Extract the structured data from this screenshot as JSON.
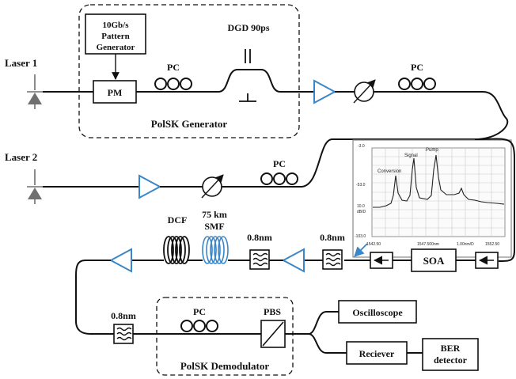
{
  "labels": {
    "laser1": "Laser 1",
    "laser2": "Laser 2",
    "pattern_gen_line1": "10Gb/s",
    "pattern_gen_line2": "Pattern",
    "pattern_gen_line3": "Generator",
    "pm": "PM",
    "pc1": "PC",
    "dgd": "DGD 90ps",
    "pc2": "PC",
    "polsk_generator": "PolSK Generator",
    "pc3": "PC",
    "dcf": "DCF",
    "smf_line1": "75 km",
    "smf_line2": "SMF",
    "filter1": "0.8nm",
    "filter2": "0.8nm",
    "filter3": "0.8nm",
    "soa": "SOA",
    "pc4": "PC",
    "pbs": "PBS",
    "polsk_demodulator": "PolSK Demodulator",
    "oscilloscope": "Oscilloscope",
    "receiver": "Reciever",
    "ber_line1": "BER",
    "ber_line2": "detector"
  },
  "spectrum": {
    "peaks": [
      "Conversion",
      "Signal",
      "Pump"
    ],
    "y_top": "-3.0",
    "y_mid": "-53.0",
    "y_bottom": "-103.0",
    "scale_line1": "10.0",
    "scale_line2": "dB/D",
    "x_left": "1542.50",
    "x_mid": "1547.500nm",
    "x_res": "1.00nm/D",
    "x_right": "1552.50"
  },
  "colors": {
    "fiber": "#111111",
    "amplifier": "#3a86c8",
    "laser": "#707070",
    "arrow_pointer": "#3a86c8"
  }
}
